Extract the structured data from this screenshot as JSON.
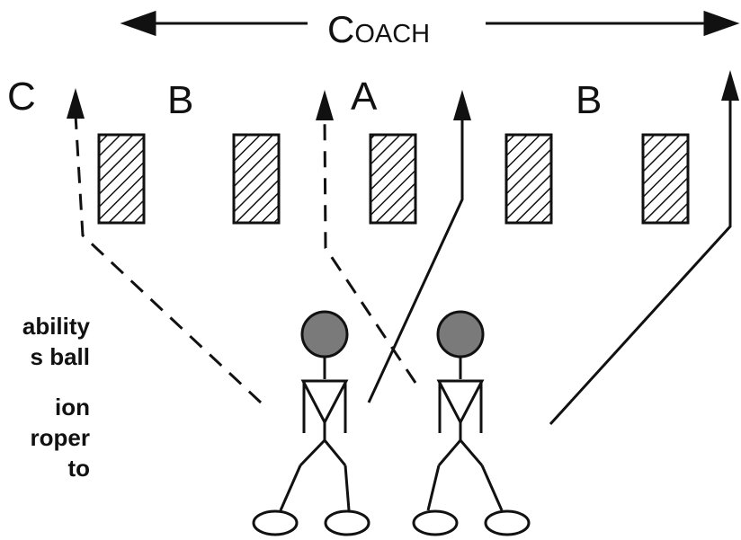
{
  "header": {
    "coach_label": "Coach"
  },
  "zone_labels": {
    "c": "C",
    "b_left": "B",
    "a": "A",
    "b_right": "B"
  },
  "side_text": {
    "line1": "ability",
    "line2": "s ball",
    "line3": "ion",
    "line4": "roper",
    "line5": "to"
  },
  "colors": {
    "ink": "#111111",
    "player_head": "#7a7a7a",
    "background": "#ffffff"
  }
}
